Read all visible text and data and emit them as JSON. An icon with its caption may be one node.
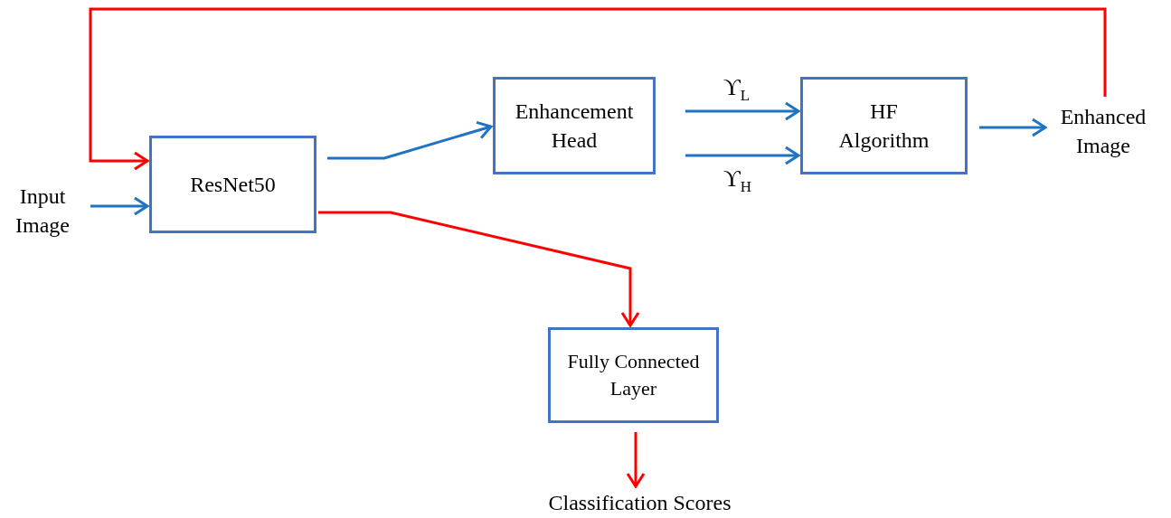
{
  "diagram": {
    "nodes": [
      {
        "text": [
          "Input Image"
        ]
      },
      {
        "text": [
          "ResNet50"
        ]
      },
      {
        "text": [
          "Enhancement Head"
        ]
      },
      {
        "text": [
          "HF Algorithm"
        ]
      },
      {
        "text": [
          "Enhanced Image"
        ]
      },
      {
        "text": [
          "Fully Connected Layer"
        ]
      },
      {
        "text": [
          "Classification Scores"
        ]
      }
    ],
    "edges": [
      {
        "from": 0,
        "to": 1,
        "arrow": "to"
      },
      {
        "from": 1,
        "to": 2,
        "arrow": "to"
      },
      {
        "from": 2,
        "to": 3,
        "arrow": "to",
        "label": "ϒ$_{L}$"
      },
      {
        "from": 2,
        "to": 3,
        "arrow": "to",
        "label": "ϒ$_{H}$"
      },
      {
        "from": 3,
        "to": 4,
        "arrow": "to"
      },
      {
        "from": 4,
        "to": 1,
        "arrow": "to",
        "color": "#ff0000"
      },
      {
        "from": 1,
        "to": 5,
        "arrow": "to",
        "color": "#ff0000"
      },
      {
        "from": 5,
        "to": 6,
        "arrow": "to",
        "color": "#ff0000"
      }
    ]
  }
}
